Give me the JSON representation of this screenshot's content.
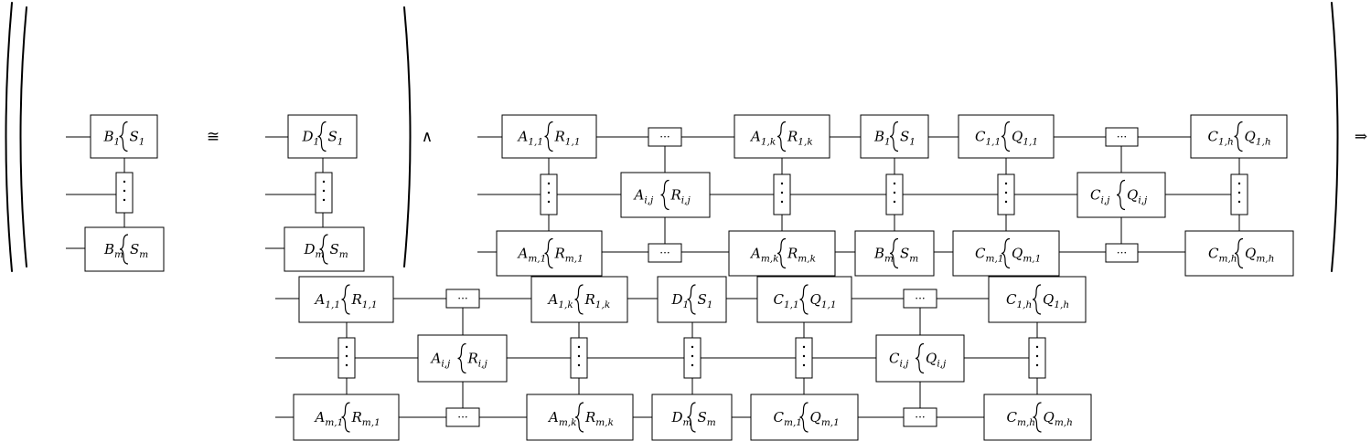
{
  "operators": {
    "congruent": "≅",
    "and": "∧",
    "implies": "⇒"
  },
  "ellipsis": "···",
  "vertical_ellipsis": "⋮",
  "labels": {
    "B1": {
      "main": "B",
      "sub": "1",
      "brace": "S",
      "bsub": "1"
    },
    "Bm": {
      "main": "B",
      "sub": "m",
      "brace": "S",
      "bsub": "m"
    },
    "D1": {
      "main": "D",
      "sub": "1",
      "brace": "S",
      "bsub": "1"
    },
    "Dm": {
      "main": "D",
      "sub": "m",
      "brace": "S",
      "bsub": "m"
    },
    "A11": {
      "main": "A",
      "sub": "1,1",
      "brace": "R",
      "bsub": "1,1"
    },
    "A1k": {
      "main": "A",
      "sub": "1,k",
      "brace": "R",
      "bsub": "1,k"
    },
    "Aij": {
      "main": "A",
      "sub": "i,j",
      "brace": "R",
      "bsub": "i,j"
    },
    "Am1": {
      "main": "A",
      "sub": "m,1",
      "brace": "R",
      "bsub": "m,1"
    },
    "Amk": {
      "main": "A",
      "sub": "m,k",
      "brace": "R",
      "bsub": "m,k"
    },
    "C11": {
      "main": "C",
      "sub": "1,1",
      "brace": "Q",
      "bsub": "1,1"
    },
    "C1h": {
      "main": "C",
      "sub": "1,h",
      "brace": "Q",
      "bsub": "1,h"
    },
    "Cij": {
      "main": "C",
      "sub": "i,j",
      "brace": "Q",
      "bsub": "i,j"
    },
    "Cm1": {
      "main": "C",
      "sub": "m,1",
      "brace": "Q",
      "bsub": "m,1"
    },
    "Cmh": {
      "main": "C",
      "sub": "m,h",
      "brace": "Q",
      "bsub": "m,h"
    }
  }
}
